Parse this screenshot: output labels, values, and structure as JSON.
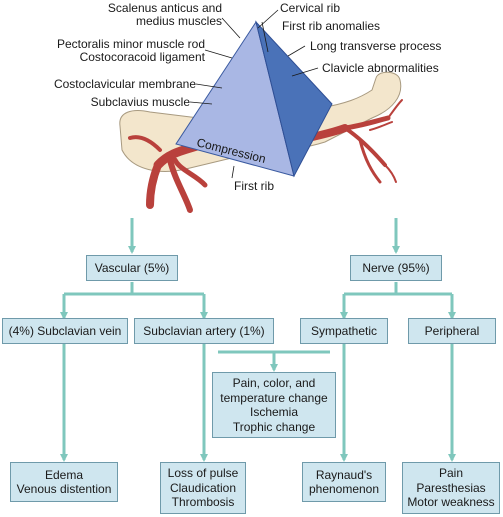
{
  "colors": {
    "connector": "#7fc7bd",
    "box_fill": "#cfe6ef",
    "box_border": "#6f9aaa",
    "pyramid_left": "#a9b7e4",
    "pyramid_right": "#4a72b8",
    "rib": "#f3e6cc",
    "vessel": "#b9413c"
  },
  "illustration": {
    "labels": {
      "scalenus": [
        "Scalenus anticus and",
        "medius muscles"
      ],
      "pectoralis": [
        "Pectoralis minor muscle rod",
        "Costocoracoid ligament"
      ],
      "costoclavicular": "Costoclavicular membrane",
      "subclavius": "Subclavius muscle",
      "cervical_rib": "Cervical rib",
      "first_rib_anomalies": "First rib anomalies",
      "long_transverse": "Long transverse process",
      "clavicle": "Clavicle abnormalities",
      "compression": "Compression",
      "first_rib": "First rib"
    }
  },
  "flow": {
    "vascular": "Vascular (5%)",
    "nerve": "Nerve (95%)",
    "subclavian_vein": "(4%) Subclavian vein",
    "subclavian_artery": "Subclavian artery (1%)",
    "sympathetic": "Sympathetic",
    "peripheral": "Peripheral",
    "shared": [
      "Pain, color, and",
      "temperature change",
      "Ischemia",
      "Trophic change"
    ],
    "vein_outcome": [
      "Edema",
      "Venous distention"
    ],
    "artery_outcome": [
      "Loss of pulse",
      "Claudication",
      "Thrombosis"
    ],
    "sympathetic_outcome": [
      "Raynaud's",
      "phenomenon"
    ],
    "peripheral_outcome": [
      "Pain",
      "Paresthesias",
      "Motor weakness"
    ]
  }
}
